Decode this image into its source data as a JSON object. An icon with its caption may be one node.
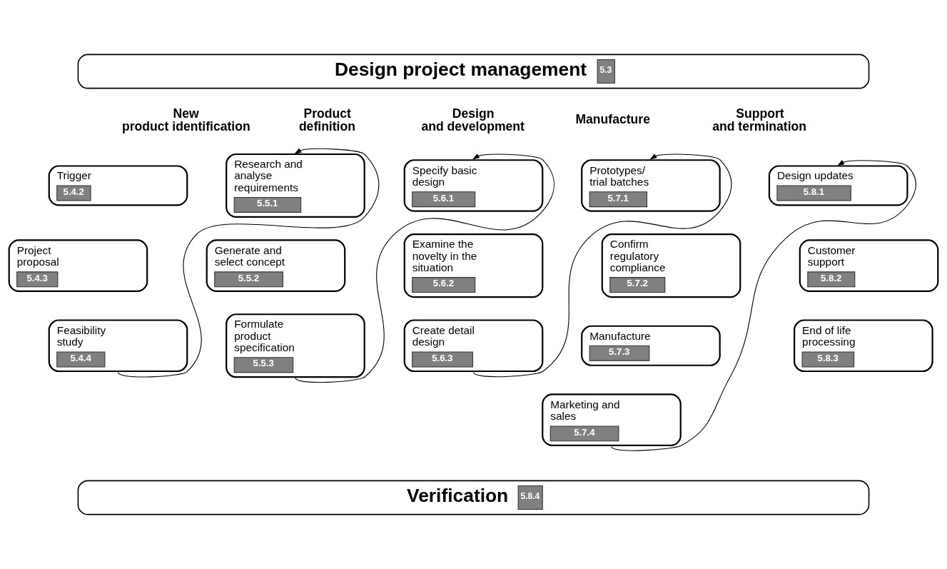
{
  "diagram": {
    "nodes": [
      {
        "text": [
          "Design project management",
          "5.3"
        ]
      },
      {
        "text": [
          "Trigger",
          "5.4.2"
        ]
      },
      {
        "text": [
          "Project proposal",
          "5.4.3"
        ]
      },
      {
        "text": [
          "Feasibility study",
          "5.4.4"
        ]
      },
      {
        "text": [
          "Research and analyse requirements",
          "5.5.1"
        ]
      },
      {
        "text": [
          "Generate and select concept",
          "5.5.2"
        ]
      },
      {
        "text": [
          "Formulate product specification",
          "5.5.3"
        ]
      },
      {
        "text": [
          "Specify basic design",
          "5.6.1"
        ]
      },
      {
        "text": [
          "Examine the novelty in the situation",
          "5.6.2"
        ]
      },
      {
        "text": [
          "Create detail design",
          "5.6.3"
        ]
      },
      {
        "text": [
          "Prototypes/ trial batches",
          "5.7.1"
        ]
      },
      {
        "text": [
          "Confirm regulatory compliance",
          "5.7.2"
        ]
      },
      {
        "text": [
          "Manufacture",
          "5.7.3"
        ]
      },
      {
        "text": [
          "Marketing and sales",
          "5.7.4"
        ]
      },
      {
        "text": [
          "Design updates",
          "5.8.1"
        ]
      },
      {
        "text": [
          "Customer support",
          "5.8.2"
        ]
      },
      {
        "text": [
          "End of life processing",
          "5.8.3"
        ]
      },
      {
        "text": [
          "Verification",
          "5.8.4"
        ]
      }
    ],
    "edges": [
      {
        "from": 3,
        "to": 4,
        "arrow": "to"
      },
      {
        "from": 6,
        "to": 7,
        "arrow": "to"
      },
      {
        "from": 9,
        "to": 10,
        "arrow": "to"
      },
      {
        "from": 13,
        "to": 14,
        "arrow": "to"
      }
    ],
    "labels": [
      "New product identification",
      "Product definition",
      "Design and development",
      "Manufacture",
      "Support and termination"
    ]
  }
}
